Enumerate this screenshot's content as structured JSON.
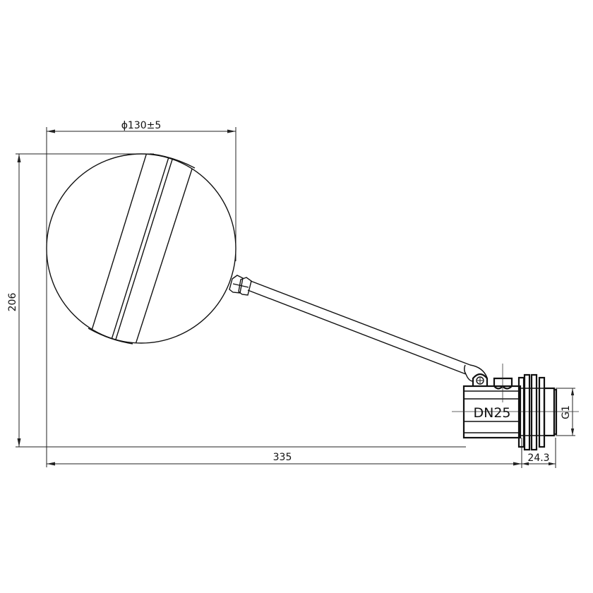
{
  "title": "Float valve with ball float technical drawing",
  "dimensions": {
    "ball_diameter": "ϕ130±5",
    "overall_height": "206",
    "overall_length": "335",
    "thread_length": "24.3",
    "thread_size": "G1",
    "nominal_diameter": "DN25"
  },
  "colors": {
    "line": "#111111",
    "background": "#ffffff"
  }
}
